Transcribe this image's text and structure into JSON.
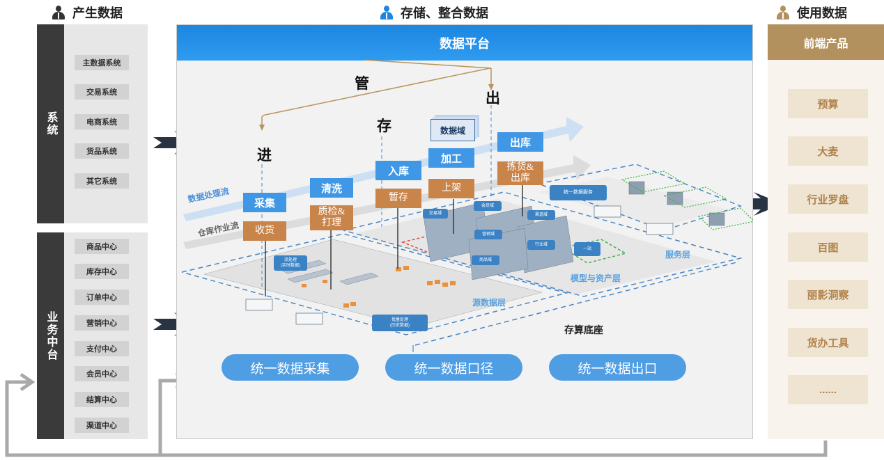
{
  "headers": {
    "produce": "产生数据",
    "store": "存储、整合数据",
    "use": "使用数据"
  },
  "systems": {
    "label": "系统",
    "items": [
      "主数据系统",
      "交易系统",
      "电商系统",
      "货品系统",
      "其它系统"
    ]
  },
  "middle_office": {
    "label": "业务中台",
    "items": [
      "商品中心",
      "库存中心",
      "订单中心",
      "营销中心",
      "支付中心",
      "会员中心",
      "结算中心",
      "渠道中心"
    ]
  },
  "platform": {
    "title": "数据平台",
    "guan": "管",
    "jin": "进",
    "cun": "存",
    "chu": "出",
    "data_flow_label": "数据处理流",
    "warehouse_flow_label": "仓库作业流",
    "data_domain": "数据域",
    "steps_blue": [
      "采集",
      "清洗",
      "入库",
      "加工",
      "出库"
    ],
    "steps_orange": [
      "收货",
      "质检&\n打理",
      "暂存",
      "上架",
      "拣货&\n出库"
    ],
    "layer_source": "源数据层",
    "layer_model": "模型与资产层",
    "layer_service": "服务层",
    "base": "存算底座",
    "tags": [
      "统一数据服务",
      "流处理\n(实时数据)",
      "批量处理\n(历史数据)",
      "交易域",
      "会员域",
      "营销域",
      "渠道域",
      "行业域",
      "商品域",
      "一站"
    ],
    "pills": [
      "统一数据采集",
      "统一数据口径",
      "统一数据出口"
    ]
  },
  "front": {
    "title": "前端产品",
    "items": [
      "预算",
      "大麦",
      "行业罗盘",
      "百图",
      "丽影洞察",
      "货办工具",
      "......"
    ]
  },
  "colors": {
    "dark_bar": "#3a3a3a",
    "platform_blue": "#1d86e0",
    "step_blue": "#3f97e6",
    "step_orange": "#c9844a",
    "front_brown": "#b3915e",
    "pill_blue": "#4f9de3"
  }
}
